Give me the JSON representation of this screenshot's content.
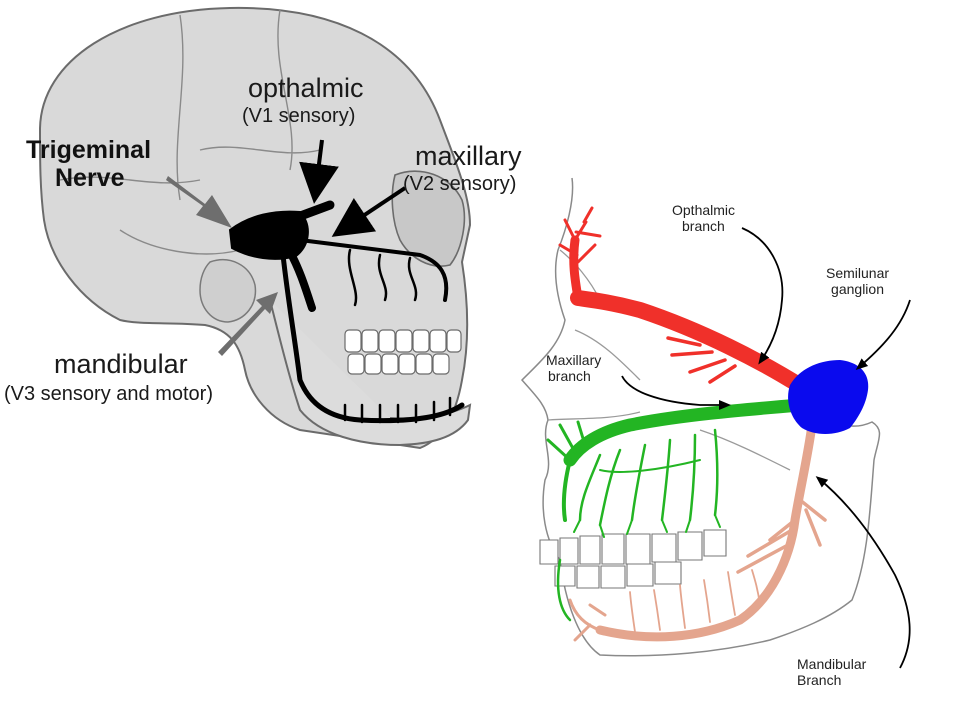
{
  "left_figure": {
    "trigeminal": {
      "line1": "Trigeminal",
      "line2": "Nerve"
    },
    "ophthalmic": {
      "name": "opthalmic",
      "detail": "(V1 sensory)"
    },
    "maxillary": {
      "name": "maxillary",
      "detail": "(V2 sensory)"
    },
    "mandibular": {
      "name": "mandibular",
      "detail": "(V3 sensory and motor)"
    }
  },
  "right_figure": {
    "ophthalmic_branch": {
      "line1": "Opthalmic",
      "line2": "branch"
    },
    "maxillary_branch": {
      "line1": "Maxillary",
      "line2": "branch"
    },
    "semilunar_ganglion": {
      "line1": "Semilunar",
      "line2": "ganglion"
    },
    "mandibular_branch": {
      "line1": "Mandibular",
      "line2": "Branch"
    }
  },
  "colors": {
    "skull": "#d9d9d9",
    "skull_outline": "#6b6b6b",
    "nerve_left": "#000000",
    "ophthalmic": "#f0302a",
    "maxillary": "#23b523",
    "mandibular": "#e4a58e",
    "ganglion": "#0a0aee",
    "arrow_gray": "#6e6e6e"
  }
}
